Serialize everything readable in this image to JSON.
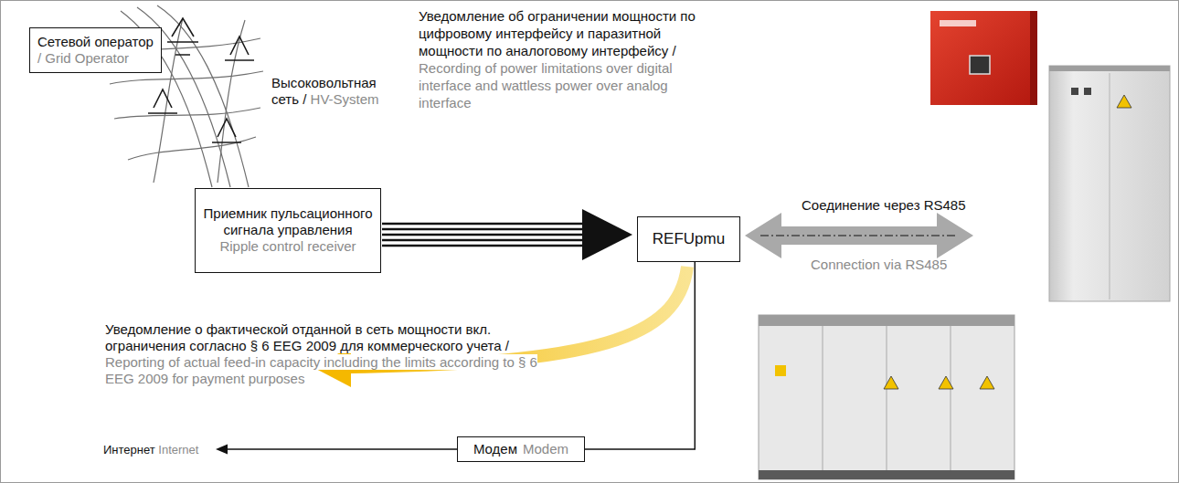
{
  "diagram": {
    "nodes": [
      {
        "text": [
          "Сетевой оператор",
          "/ Grid Operator"
        ]
      },
      {
        "text": [
          "Приемник пульсационного сигнала управления",
          "Ripple control receiver"
        ]
      },
      {
        "text": [
          "REFUpmu"
        ]
      },
      {
        "text": [
          "Модем",
          "Modem"
        ]
      }
    ],
    "edges": [
      {
        "from": 1,
        "to": 2,
        "arrow": "to"
      },
      {
        "from": 2,
        "to": 3,
        "arrow": "none"
      }
    ],
    "labels": [
      "Уведомление об ограничении мощности по цифровому интерфейсу и паразитной мощности по аналоговому интерфейсу /",
      "Recording of power limitations over digital interface and wattless power over analog interface",
      "Высоковольтная сеть /",
      "HV-System",
      "Соединение через RS485",
      "Connection via RS485",
      "Уведомление о фактической отданной в сеть мощности вкл. ограничения согласно § 6 EEG 2009 для коммерческого учета /",
      "Reporting of actual feed-in capacity including the limits according to § 6 EEG 2009 for payment purposes",
      "Интернет",
      "Internet"
    ]
  }
}
